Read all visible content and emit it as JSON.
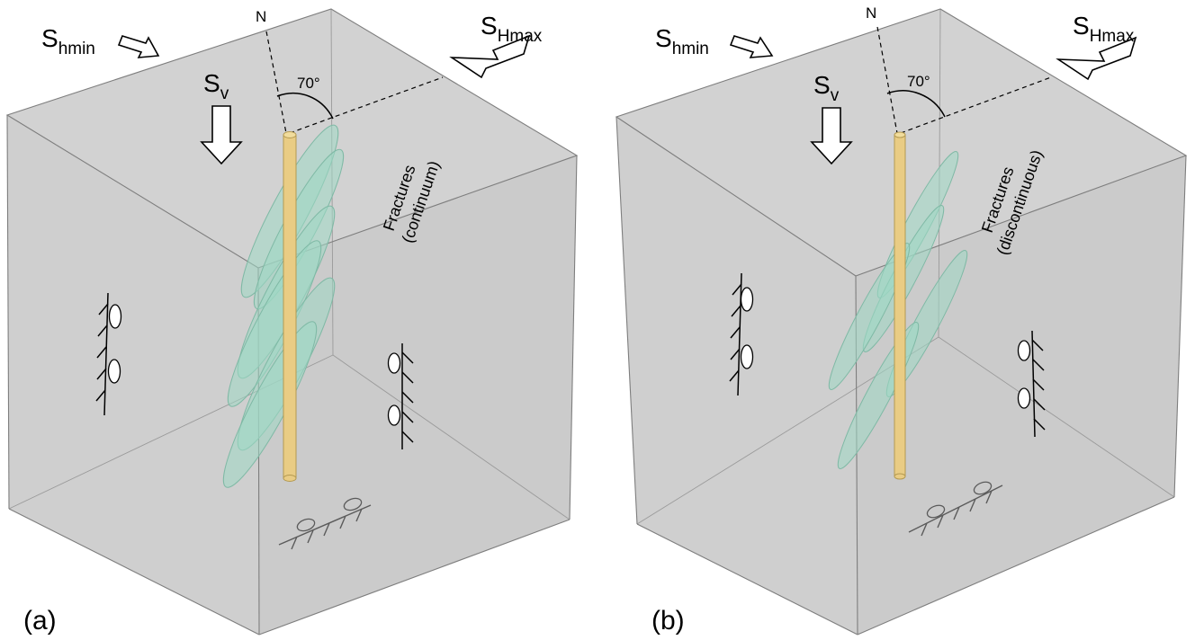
{
  "panels": [
    {
      "id": "a",
      "label": "(a)",
      "north": "N",
      "angle": "70°",
      "sv": {
        "main": "S",
        "sub": "v"
      },
      "shmin": {
        "main": "S",
        "sub": "hmin"
      },
      "shmax": {
        "main": "S",
        "sub": "Hmax"
      },
      "fractures_line1": "Fractures",
      "fractures_line2": "(continuum)"
    },
    {
      "id": "b",
      "label": "(b)",
      "north": "N",
      "angle": "70°",
      "sv": {
        "main": "S",
        "sub": "v"
      },
      "shmin": {
        "main": "S",
        "sub": "hmin"
      },
      "shmax": {
        "main": "S",
        "sub": "Hmax"
      },
      "fractures_line1": "Fractures",
      "fractures_line2": "(discontinuous)"
    }
  ],
  "colors": {
    "box_face_top": "#d2d2d2",
    "box_face_left": "#cfcfcf",
    "box_face_right": "#cbcbcb",
    "fracture": "#9fd8c4",
    "well": "#e9cc84"
  },
  "icons": {
    "stress_arrow": "hollow-arrow",
    "wellbore": "yellow-cylinder",
    "breakout_symbol": "tick-line-with-ovals"
  }
}
